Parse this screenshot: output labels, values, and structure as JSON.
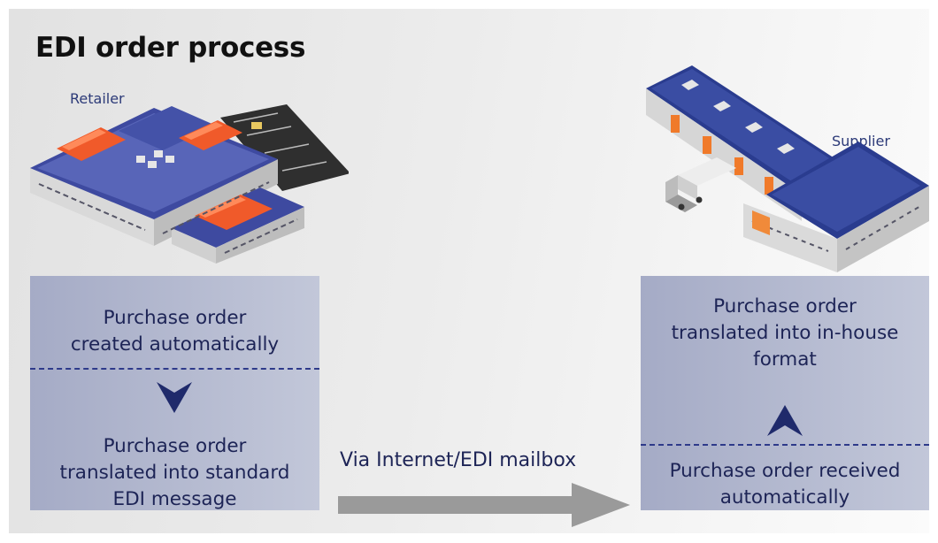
{
  "title": "EDI order process",
  "retailer": {
    "label": "Retailer"
  },
  "supplier": {
    "label": "Supplier"
  },
  "left_panel": {
    "top_text": [
      "Purchase order",
      "created automatically"
    ],
    "bottom_text": [
      "Purchase order",
      "translated into standard",
      "EDI message"
    ]
  },
  "right_panel": {
    "top_text": [
      "Purchase order",
      "translated into in-house",
      "format"
    ],
    "bottom_text": [
      "Purchase order received",
      "automatically"
    ]
  },
  "connector": {
    "label": "Via Internet/EDI mailbox"
  },
  "colors": {
    "panel": "#b3b8d0",
    "dashes": "#2e3a8a",
    "chevron": "#1f2a6b",
    "arrow": "#9a9a9a",
    "roof_blue": "#2a3c8f",
    "roof_orange": "#f05a2a"
  },
  "icons": {
    "down": "chevron-down-icon",
    "up": "chevron-up-icon",
    "arrow": "arrow-right-icon",
    "retailer": "retail-store-illustration",
    "supplier": "warehouse-illustration"
  }
}
